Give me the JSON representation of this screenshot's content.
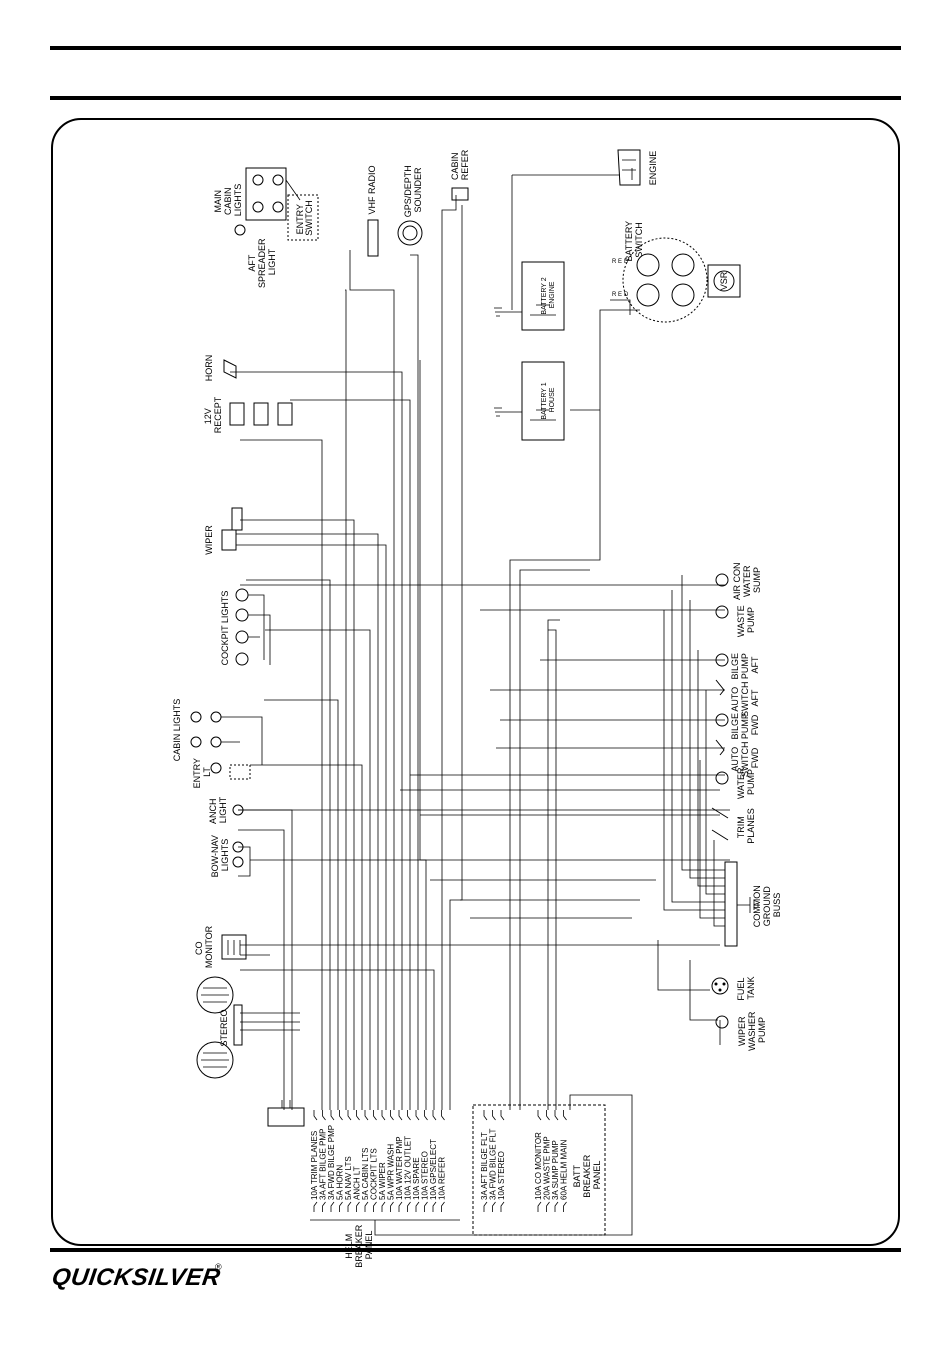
{
  "components": {
    "main_cabin_lights": [
      "MAIN",
      "CABIN",
      "LIGHTS"
    ],
    "entry_switch": [
      "ENTRY",
      "SWITCH"
    ],
    "aft_spreader_light": [
      "AFT",
      "SPREADER",
      "LIGHT"
    ],
    "vhf_radio": "VHF RADIO",
    "gps_depth_sounder": [
      "GPS/DEPTH",
      "SOUNDER"
    ],
    "cabin_refer": [
      "CABIN",
      "REFER"
    ],
    "engine": "ENGINE",
    "battery_switch": [
      "BATTERY",
      "SWITCH"
    ],
    "vsr": "VSR",
    "battery_2": [
      "BATTERY 2",
      "ENGINE"
    ],
    "battery_1": [
      "BATTERY 1",
      "HOUSE"
    ],
    "switch_terminals": [
      "R",
      "E",
      "D",
      "R",
      "E",
      "D"
    ],
    "horn": "HORN",
    "receptacle_12v": [
      "12V",
      "RECEPT"
    ],
    "wiper": "WIPER",
    "cockpit_lights": "COCKPIT LIGHTS",
    "cabin_lights": "CABIN LIGHTS",
    "entry_lt": [
      "ENTRY",
      "LT"
    ],
    "anch_light": [
      "ANCH",
      "LIGHT"
    ],
    "bow_nav_lights": [
      "BOW-NAV",
      "LIGHTS"
    ],
    "co_monitor": [
      "CO",
      "MONITOR"
    ],
    "stereo": "STEREO",
    "air_con_water_sump": [
      "AIR CON",
      "WATER",
      "SUMP"
    ],
    "waste_pump": [
      "WASTE",
      "PUMP"
    ],
    "bilge_pump_aft": [
      "BILGE",
      "PUMP",
      "AFT"
    ],
    "auto_switch_aft": [
      "AUTO",
      "SWITCH",
      "AFT"
    ],
    "bilge_pump_fwd": [
      "BILGE",
      "PUMP",
      "FWD"
    ],
    "auto_switch_fwd": [
      "AUTO",
      "SWITCH",
      "FWD"
    ],
    "water_pump": [
      "WATER",
      "PUMP"
    ],
    "trim_planes": [
      "TRIM",
      "PLANES"
    ],
    "common_ground_buss": [
      "COMMON",
      "GROUND",
      "BUSS"
    ],
    "fuel_tank": [
      "FUEL",
      "TANK"
    ],
    "wiper_washer_pump": [
      "WIPER",
      "WASHER",
      "PUMP"
    ]
  },
  "helm_panel": {
    "title": [
      "HELM",
      "BREAKER",
      "PANEL"
    ],
    "breakers": [
      "10A TRIM PLANES",
      "3A AFT BILGE PMP",
      "3A FWD BILGE PMP",
      "5A HORN",
      "5A NAV LTS",
      "ANCH LT",
      "5A CABIN LTS",
      "COCKPIT LTS",
      "5A WIPER",
      "5A WPR WASH",
      "10A WATER PMP",
      "10A 12V OUTLET",
      "10A SPARE",
      "10A STEREO",
      "10A GPS/ELECT",
      "10A REFER"
    ]
  },
  "sub_panel": {
    "breakers": [
      "3A AFT BILGE FLT",
      "3A FWD BILGE FLT",
      "10A STEREO"
    ]
  },
  "batt_panel": {
    "title": [
      "BATT",
      "BREAKER",
      "PANEL"
    ],
    "breakers": [
      "10A CO MONITOR",
      "20A WASTE PMP",
      "3A SUMP PUMP",
      "60A HELM MAIN"
    ]
  },
  "footer": {
    "brand": "QUICKSILVER",
    "registered": "®"
  }
}
